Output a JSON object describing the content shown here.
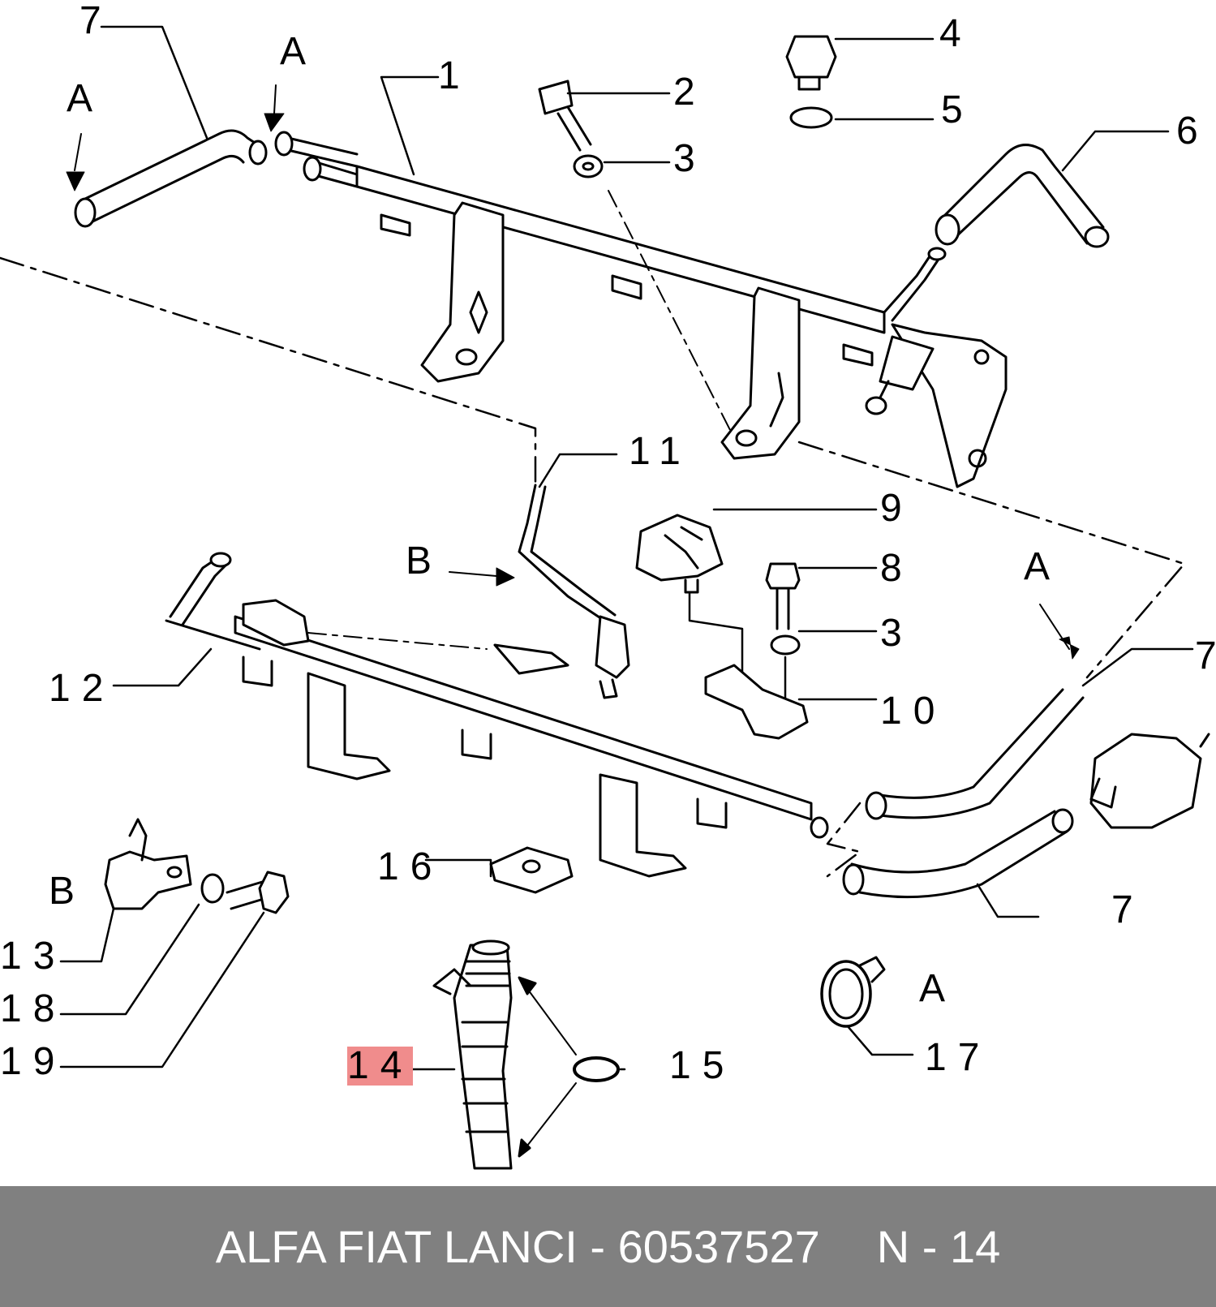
{
  "callouts": {
    "c1": "1",
    "c2": "2",
    "c3a": "3",
    "c3b": "3",
    "c4": "4",
    "c5": "5",
    "c6": "6",
    "c7a": "7",
    "c7b": "7",
    "c7c": "7",
    "c8": "8",
    "c9": "9",
    "c10": "10",
    "c11": "11",
    "c12": "12",
    "c13": "13",
    "c14": "14",
    "c15": "15",
    "c16": "16",
    "c17": "17",
    "c18": "18",
    "c19": "19",
    "A1": "A",
    "A2": "A",
    "A3": "A",
    "A4": "A",
    "B1": "B",
    "B2": "B"
  },
  "highlight_color": "#f08c8c",
  "footer": {
    "part": "ALFA FIAT LANCI - 60537527",
    "ref": "N - 14",
    "background": "#808080"
  }
}
